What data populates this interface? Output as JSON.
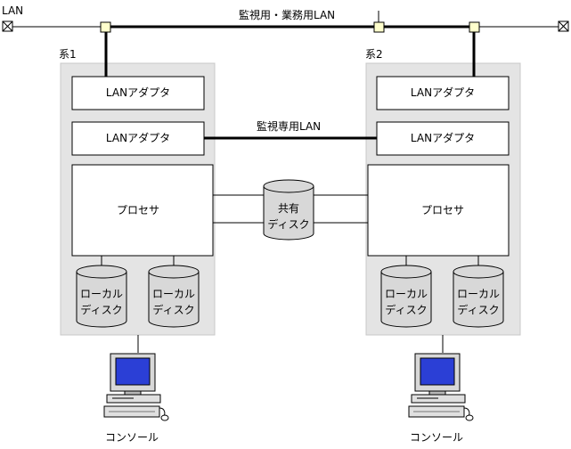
{
  "labels": {
    "lan": "LAN",
    "monitor_business_lan": "監視用・業務用LAN",
    "monitor_only_lan": "監視専用LAN",
    "system1": "系1",
    "system2": "系2",
    "lan_adapter": "LANアダプタ",
    "processor": "プロセサ",
    "shared_disk_line1": "共有",
    "shared_disk_line2": "ディスク",
    "local_disk_line1": "ローカル",
    "local_disk_line2": "ディスク",
    "console": "コンソール"
  },
  "colors": {
    "system_panel": "#e4e4e4",
    "disk_fill": "#d8d8d8",
    "connector_fill": "#ffffcc",
    "screen_blue": "#2b3fd6"
  }
}
